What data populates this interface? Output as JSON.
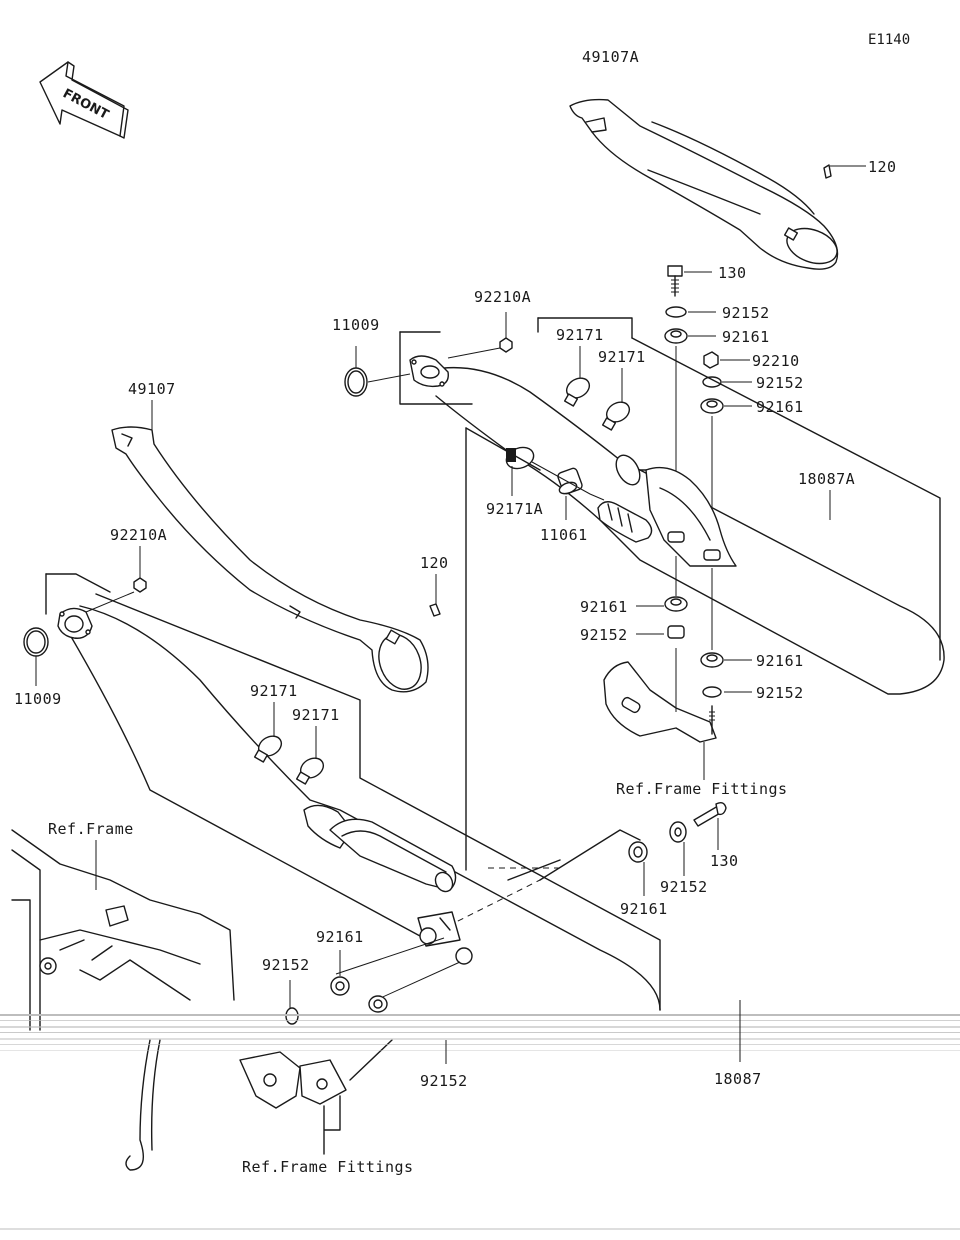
{
  "diagram_code": "E1140",
  "front_label": "FRONT",
  "labels": {
    "p49107A": "49107A",
    "p120_top": "120",
    "p130_top": "130",
    "p92152_a": "92152",
    "p92161_a": "92161",
    "p92210": "92210",
    "p92152_b": "92152",
    "p92161_b": "92161",
    "p18087A": "18087A",
    "p92210A_top": "92210A",
    "p11009_top": "11009",
    "p92171_a": "92171",
    "p92171_b": "92171",
    "p92171A": "92171A",
    "p11061": "11061",
    "p49107": "49107",
    "p120_mid": "120",
    "p92210A_left": "92210A",
    "p11009_left": "11009",
    "p92161_c": "92161",
    "p92152_c": "92152",
    "p92161_d": "92161",
    "p92152_d": "92152",
    "ref_frame_fittings_right": "Ref.Frame Fittings",
    "p92171_c": "92171",
    "p92171_d": "92171",
    "p130_mid": "130",
    "p92152_e": "92152",
    "p92161_e": "92161",
    "ref_frame": "Ref.Frame",
    "p92161_f": "92161",
    "p92152_f": "92152",
    "p92152_g": "92152",
    "p18087": "18087",
    "ref_frame_fittings_bottom": "Ref.Frame Fittings"
  }
}
